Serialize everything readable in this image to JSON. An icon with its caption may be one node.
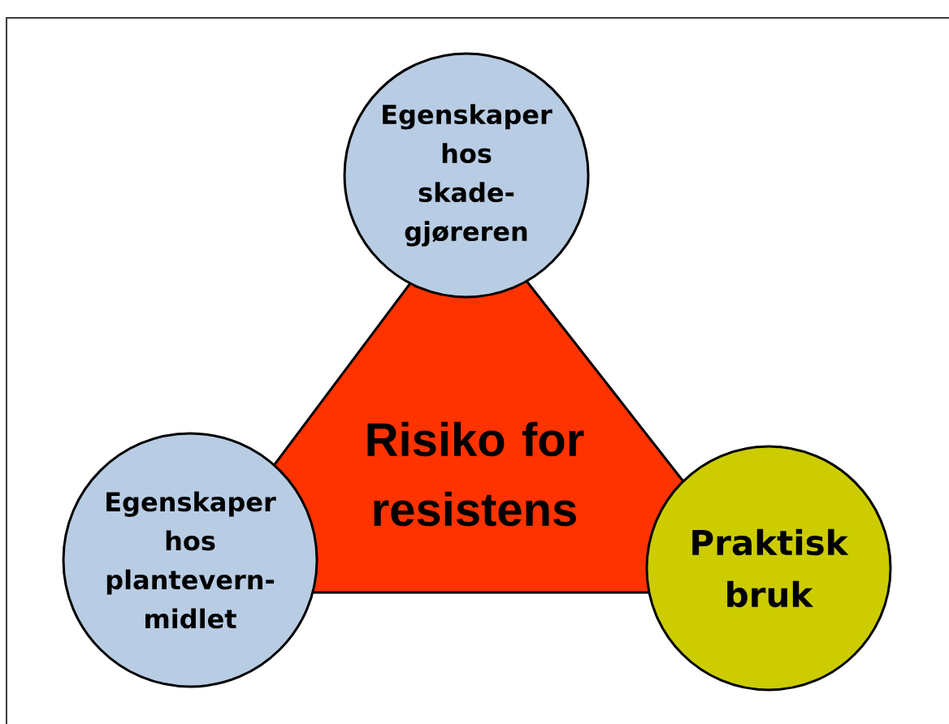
{
  "diagram": {
    "nodes": [
      {
        "text": [
          "Egenskaper hos skade- gjøreren"
        ]
      },
      {
        "text": [
          "Risiko for resistens"
        ]
      },
      {
        "text": [
          "Egenskaper hos plantevern- midlet"
        ]
      },
      {
        "text": [
          "Praktisk bruk"
        ]
      }
    ]
  }
}
